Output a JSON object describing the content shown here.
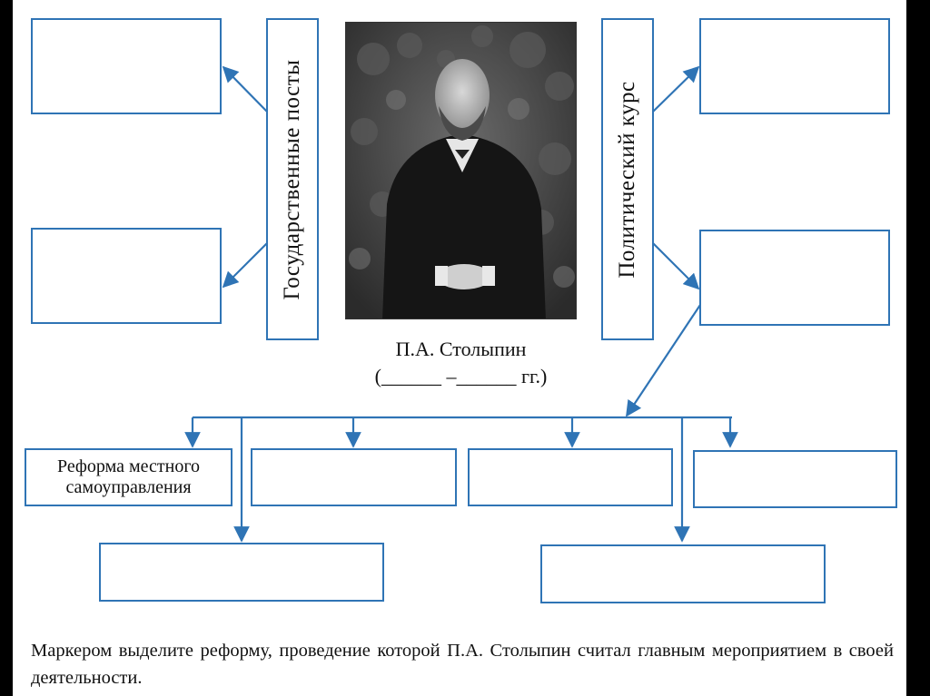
{
  "diagram": {
    "left_column_label": "Государственные посты",
    "right_column_label": "Политический курс",
    "portrait_caption_name": "П.А. Столыпин",
    "portrait_caption_dates": "(______ –______ гг.)",
    "reform_boxes": [
      {
        "label": "Реформа местного самоуправления"
      },
      {
        "label": ""
      },
      {
        "label": ""
      },
      {
        "label": ""
      },
      {
        "label": ""
      },
      {
        "label": ""
      }
    ]
  },
  "instruction": "Маркером выделите реформу, проведение которой П.А. Столыпин считал главным мероприятием в своей деятельности.",
  "colors": {
    "line": "#2f74b5",
    "page": "#ffffff",
    "frame": "#000000"
  }
}
